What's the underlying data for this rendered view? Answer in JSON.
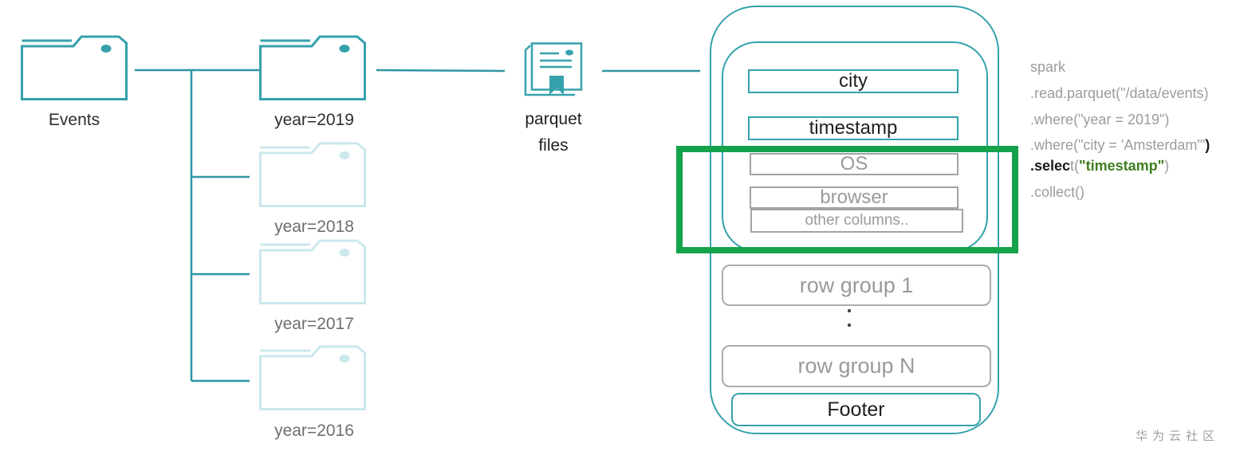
{
  "colors": {
    "teal": "#35a1ac",
    "teal_faded": "#cbe8ed",
    "highlight_green": "#14a24b",
    "code_green": "#3f7d1f",
    "gray_border": "#a3a3a3",
    "gray_text": "#9a9a9a"
  },
  "tree": {
    "root_label": "Events",
    "partitions": {
      "p2019": "year=2019",
      "p2018": "year=2018",
      "p2017": "year=2017",
      "p2016": "year=2016"
    }
  },
  "file": {
    "label_line1": "parquet",
    "label_line2": "files",
    "columns": {
      "c1": "city",
      "c2": "timestamp",
      "c3": "OS",
      "c4": "browser",
      "c5": "other columns.."
    },
    "row_group_first": "row group 1",
    "row_group_last": "row group N",
    "footer": "Footer"
  },
  "code": {
    "line1": "spark",
    "line2": ".read.parquet(\"/data/events)",
    "line3": ".where(\"year = 2019\")",
    "line4_a": ".where(\"city = 'Amsterdam'\"",
    "line4_b": ")",
    "line5_a": ".selec",
    "line5_b": "t(",
    "line5_c": "\"timestamp\"",
    "line5_d": ")",
    "line6": ".collect()"
  },
  "watermark": "华为云社区"
}
